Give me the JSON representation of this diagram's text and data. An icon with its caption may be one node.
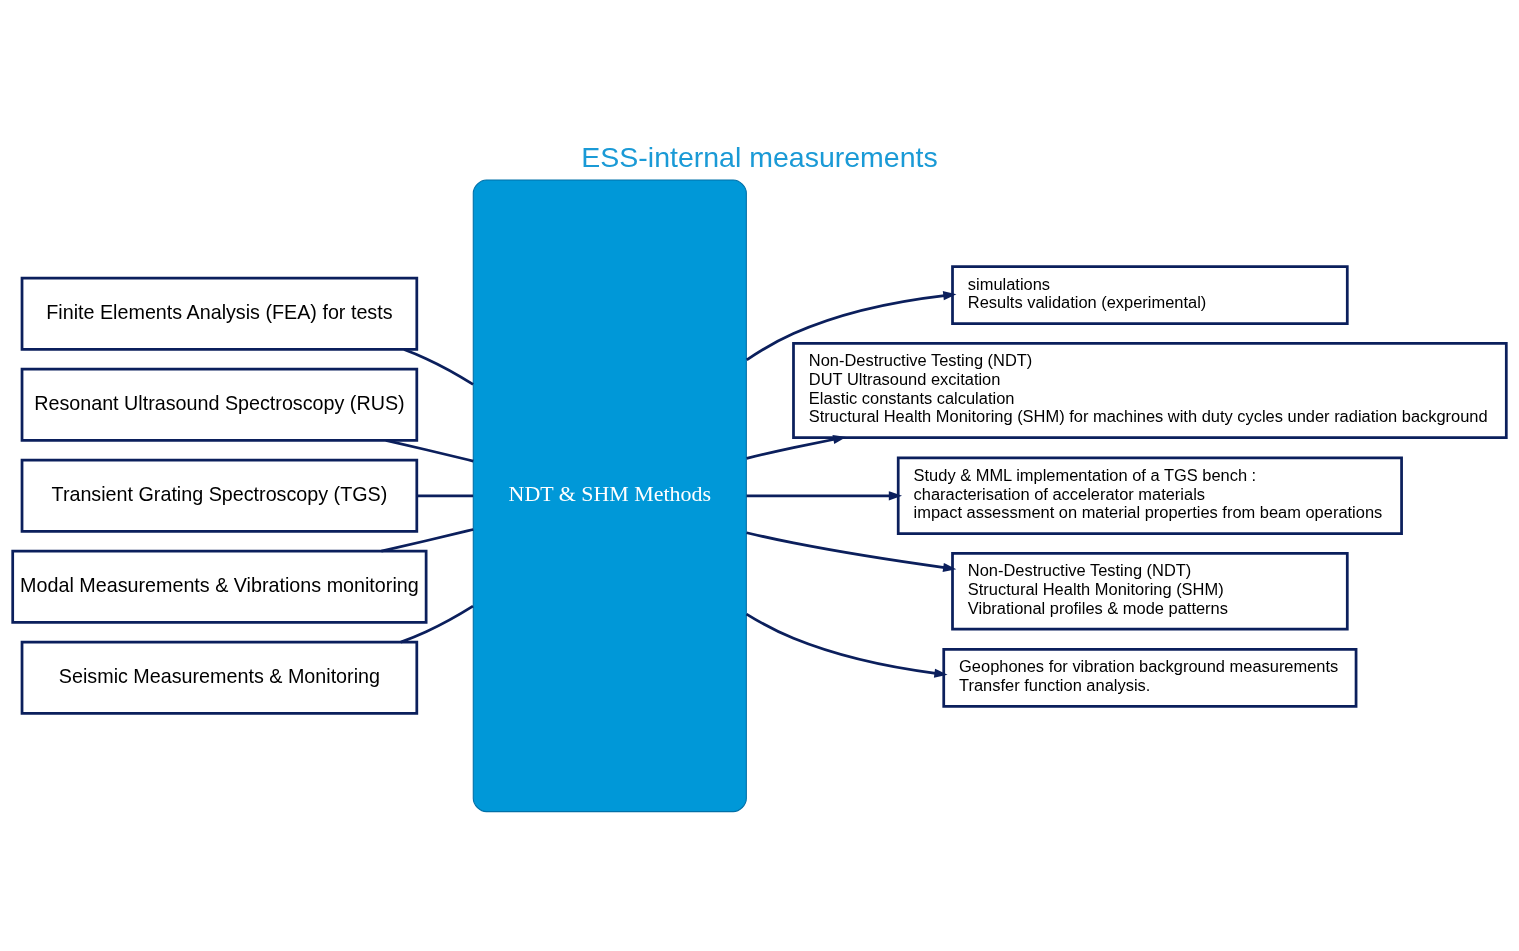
{
  "diagram": {
    "title": "ESS-internal measurements",
    "nodes": [
      {
        "text": [
          "Finite Elements Analysis (FEA) for tests"
        ]
      },
      {
        "text": [
          "Resonant Ultrasound Spectroscopy (RUS)"
        ]
      },
      {
        "text": [
          "Transient Grating Spectroscopy (TGS)"
        ]
      },
      {
        "text": [
          "Modal Measurements & Vibrations monitoring"
        ]
      },
      {
        "text": [
          "Seismic Measurements & Monitoring"
        ]
      },
      {
        "text": [
          "NDT & SHM Methods"
        ]
      },
      {
        "text": [
          "simulations",
          "Results validation (experimental)"
        ]
      },
      {
        "text": [
          "Non-Destructive Testing (NDT)",
          "DUT Ultrasound excitation",
          "Elastic constants calculation",
          "Structural Health Monitoring (SHM) for machines with duty cycles under radiation background"
        ]
      },
      {
        "text": [
          "Study & MML implementation of a TGS bench :",
          "characterisation of accelerator materials",
          "impact assessment on material properties from beam operations"
        ]
      },
      {
        "text": [
          "Non-Destructive Testing (NDT)",
          "Structural Health Monitoring (SHM)",
          "Vibrational profiles & mode patterns"
        ]
      },
      {
        "text": [
          "Geophones for vibration background measurements",
          "Transfer function analysis."
        ]
      }
    ],
    "edges": [
      {
        "from": 0,
        "to": 5,
        "arrow": "none"
      },
      {
        "from": 1,
        "to": 5,
        "arrow": "none"
      },
      {
        "from": 2,
        "to": 5,
        "arrow": "none"
      },
      {
        "from": 3,
        "to": 5,
        "arrow": "none"
      },
      {
        "from": 4,
        "to": 5,
        "arrow": "none"
      },
      {
        "from": 5,
        "to": 6,
        "arrow": "to"
      },
      {
        "from": 5,
        "to": 7,
        "arrow": "to"
      },
      {
        "from": 5,
        "to": 8,
        "arrow": "to"
      },
      {
        "from": 5,
        "to": 9,
        "arrow": "to"
      },
      {
        "from": 5,
        "to": 10,
        "arrow": "to"
      }
    ]
  }
}
